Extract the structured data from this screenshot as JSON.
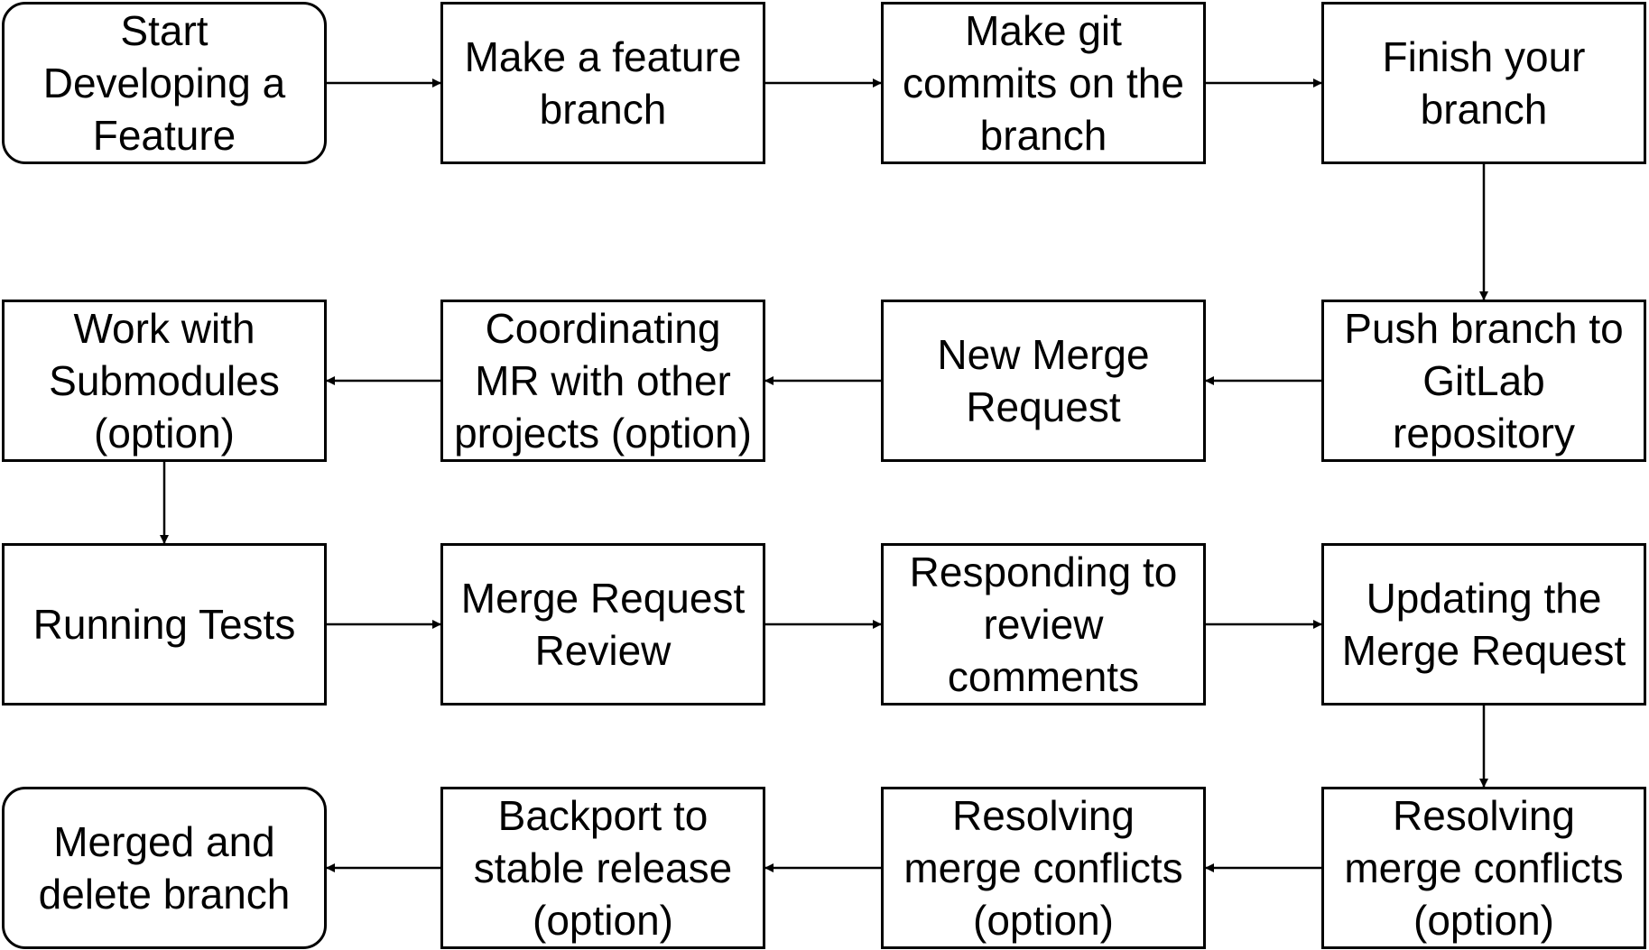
{
  "nodes": {
    "start": {
      "label": "Start\nDeveloping a\nFeature"
    },
    "feature_branch": {
      "label": "Make a feature\nbranch"
    },
    "git_commits": {
      "label": "Make git\ncommits on the\nbranch"
    },
    "finish_branch": {
      "label": "Finish your\nbranch"
    },
    "push_branch": {
      "label": "Push branch to\nGitLab\nrepository"
    },
    "new_mr": {
      "label": "New Merge\nRequest"
    },
    "coordinating_mr": {
      "label": "Coordinating\nMR with other\nprojects (option)"
    },
    "submodules": {
      "label": "Work with\nSubmodules\n(option)"
    },
    "running_tests": {
      "label": "Running Tests"
    },
    "mr_review": {
      "label": "Merge Request\nReview"
    },
    "responding_review": {
      "label": "Responding to\nreview\ncomments"
    },
    "updating_mr": {
      "label": "Updating the\nMerge Request"
    },
    "resolving_conflicts_1": {
      "label": "Resolving\nmerge conflicts\n(option)"
    },
    "resolving_conflicts_2": {
      "label": "Resolving\nmerge conflicts\n(option)"
    },
    "backport": {
      "label": "Backport to\nstable release\n(option)"
    },
    "merged": {
      "label": "Merged and\ndelete branch"
    }
  },
  "edges": [
    {
      "from": "start",
      "to": "feature_branch"
    },
    {
      "from": "feature_branch",
      "to": "git_commits"
    },
    {
      "from": "git_commits",
      "to": "finish_branch"
    },
    {
      "from": "finish_branch",
      "to": "push_branch"
    },
    {
      "from": "push_branch",
      "to": "new_mr"
    },
    {
      "from": "new_mr",
      "to": "coordinating_mr"
    },
    {
      "from": "coordinating_mr",
      "to": "submodules"
    },
    {
      "from": "submodules",
      "to": "running_tests"
    },
    {
      "from": "running_tests",
      "to": "mr_review"
    },
    {
      "from": "mr_review",
      "to": "responding_review"
    },
    {
      "from": "responding_review",
      "to": "updating_mr"
    },
    {
      "from": "updating_mr",
      "to": "resolving_conflicts_1"
    },
    {
      "from": "resolving_conflicts_1",
      "to": "resolving_conflicts_2"
    },
    {
      "from": "resolving_conflicts_2",
      "to": "backport"
    },
    {
      "from": "backport",
      "to": "merged"
    }
  ],
  "colors": {
    "stroke": "#000000",
    "fill": "#ffffff",
    "text": "#000000"
  }
}
